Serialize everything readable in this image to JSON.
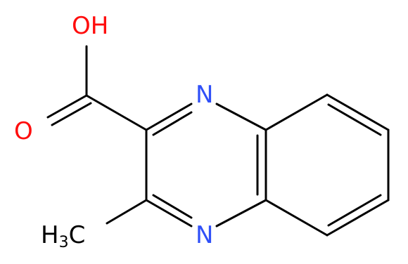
{
  "molecule": {
    "atoms": {
      "oh": {
        "text": "OH",
        "color": "#ff0d0d"
      },
      "o": {
        "text": "O",
        "color": "#ff0d0d"
      },
      "n_top": {
        "text": "N",
        "color": "#3050f8"
      },
      "n_bottom": {
        "text": "N",
        "color": "#3050f8"
      },
      "methyl_h": {
        "text": "H",
        "color": "#000000"
      },
      "methyl_sub": {
        "text": "3",
        "color": "#000000"
      },
      "methyl_c": {
        "text": "C",
        "color": "#000000"
      }
    },
    "colors": {
      "bond": "#000000",
      "oxygen": "#ff0d0d",
      "nitrogen": "#3050f8"
    }
  }
}
